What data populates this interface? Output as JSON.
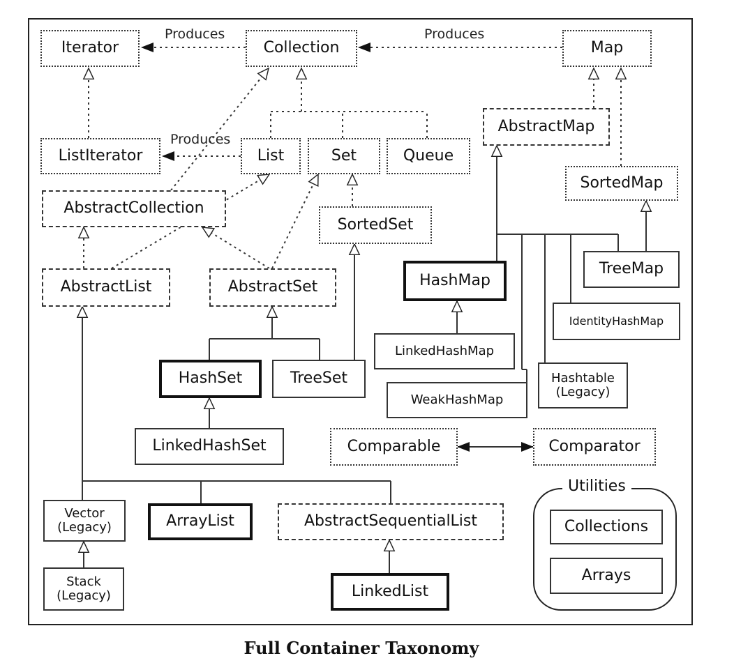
{
  "nodes": {
    "iterator": "Iterator",
    "collection": "Collection",
    "map": "Map",
    "list_iterator": "ListIterator",
    "list": "List",
    "set": "Set",
    "queue": "Queue",
    "abstract_map": "AbstractMap",
    "sorted_map": "SortedMap",
    "abstract_collection": "AbstractCollection",
    "sorted_set": "SortedSet",
    "abstract_list": "AbstractList",
    "abstract_set": "AbstractSet",
    "hash_map": "HashMap",
    "tree_map": "TreeMap",
    "identity_hash_map": "IdentityHashMap",
    "linked_hash_map": "LinkedHashMap",
    "hash_set": "HashSet",
    "tree_set": "TreeSet",
    "hashtable": "Hashtable\n(Legacy)",
    "weak_hash_map": "WeakHashMap",
    "linked_hash_set": "LinkedHashSet",
    "comparable": "Comparable",
    "comparator": "Comparator",
    "vector": "Vector\n(Legacy)",
    "array_list": "ArrayList",
    "abstract_sequential_list": "AbstractSequentialList",
    "stack": "Stack\n(Legacy)",
    "linked_list": "LinkedList",
    "collections": "Collections",
    "arrays": "Arrays"
  },
  "edge_labels": {
    "collection_produces_iterator": "Produces",
    "map_produces_collection": "Produces",
    "list_produces_list_iterator": "Produces"
  },
  "utilities_title": "Utilities",
  "caption": "Full Container Taxonomy"
}
